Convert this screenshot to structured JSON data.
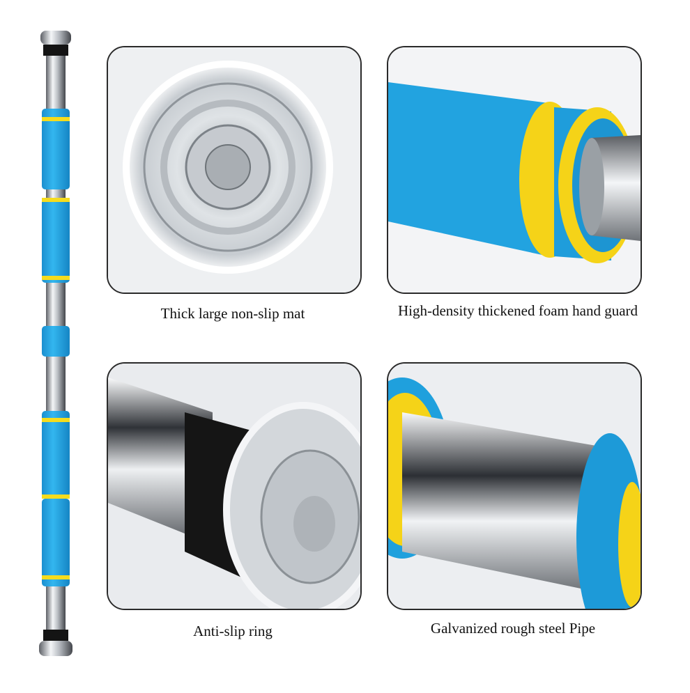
{
  "product_image_alt": "Door pull-up bar",
  "features": [
    {
      "caption": "Thick large non-slip mat"
    },
    {
      "caption": "High-density thickened foam hand guard"
    },
    {
      "caption": "Anti-slip ring"
    },
    {
      "caption": "Galvanized rough steel Pipe"
    }
  ],
  "colors": {
    "foam_blue": "#1ea6e3",
    "foam_yellow": "#f5dc1e",
    "steel_light": "#e9ecef",
    "steel_dark": "#3a3d42",
    "rubber_black": "#151515",
    "panel_border": "#2a2a2a"
  }
}
